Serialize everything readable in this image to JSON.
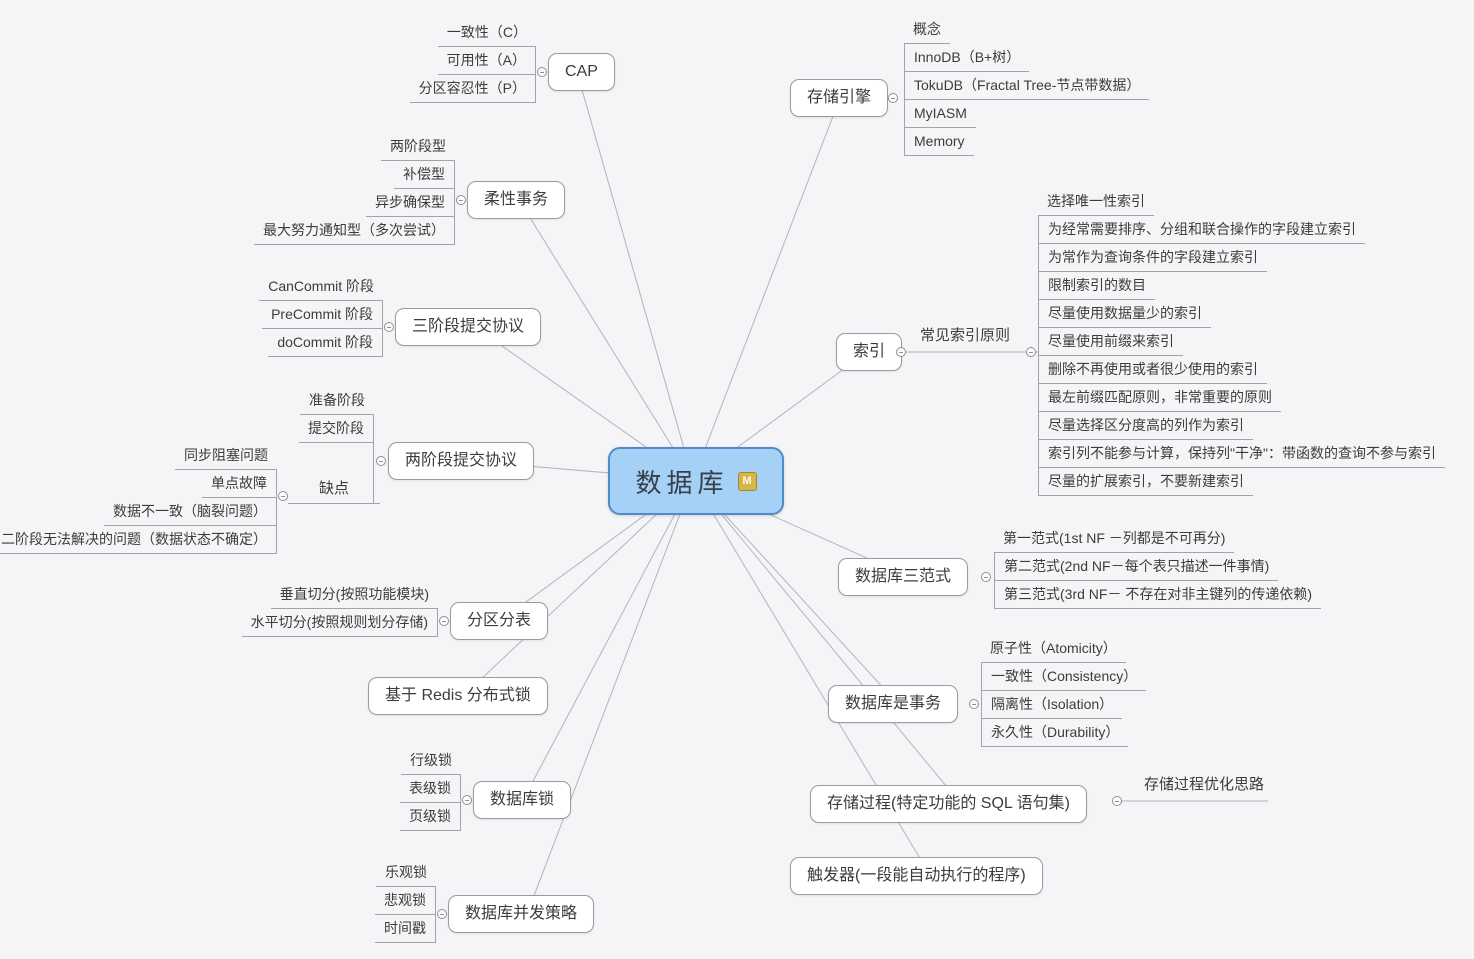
{
  "central": {
    "label": "数据库",
    "badge": "M",
    "fill": "#a6d1f7",
    "border": "#4e8bc8"
  },
  "colors": {
    "background": "#f5f5f7",
    "node_border": "#9a9aa2",
    "line": "#b4b4ba",
    "text": "#3c3c3c",
    "badge_gold": "#d6b54a"
  },
  "branches": {
    "cap": {
      "label": "CAP",
      "children": [
        "一致性（C）",
        "可用性（A）",
        "分区容忍性（P）"
      ]
    },
    "flexible": {
      "label": "柔性事务",
      "children": [
        "两阶段型",
        "补偿型",
        "异步确保型",
        "最大努力通知型（多次尝试）"
      ]
    },
    "three_phase": {
      "label": "三阶段提交协议",
      "children": [
        "CanCommit 阶段",
        "PreCommit 阶段",
        "doCommit 阶段"
      ]
    },
    "two_phase": {
      "label": "两阶段提交协议",
      "children": [
        "准备阶段",
        "提交阶段"
      ],
      "drawback": {
        "label": "缺点",
        "children": [
          "同步阻塞问题",
          "单点故障",
          "数据不一致（脑裂问题）",
          "二阶段无法解决的问题（数据状态不确定）"
        ]
      }
    },
    "sharding": {
      "label": "分区分表",
      "children": [
        "垂直切分(按照功能模块)",
        "水平切分(按照规则划分存储)"
      ]
    },
    "redis_lock": {
      "label": "基于 Redis 分布式锁"
    },
    "db_lock": {
      "label": "数据库锁",
      "children": [
        "行级锁",
        "表级锁",
        "页级锁"
      ]
    },
    "concurrency": {
      "label": "数据库并发策略",
      "children": [
        "乐观锁",
        "悲观锁",
        "时间戳"
      ]
    },
    "engine": {
      "label": "存储引擎",
      "children": [
        "概念",
        "InnoDB（B+树）",
        "TokuDB（Fractal Tree-节点带数据）",
        "MyIASM",
        "Memory"
      ]
    },
    "index": {
      "label": "索引",
      "principles_label": "常见索引原则",
      "children": [
        "选择唯一性索引",
        "为经常需要排序、分组和联合操作的字段建立索引",
        "为常作为查询条件的字段建立索引",
        "限制索引的数目",
        "尽量使用数据量少的索引",
        "尽量使用前缀来索引",
        "删除不再使用或者很少使用的索引",
        "最左前缀匹配原则，非常重要的原则",
        "尽量选择区分度高的列作为索引",
        "索引列不能参与计算，保持列\"干净\"：带函数的查询不参与索引",
        "尽量的扩展索引，不要新建索引"
      ]
    },
    "normal_forms": {
      "label": "数据库三范式",
      "children": [
        "第一范式(1st NF －列都是不可再分)",
        "第二范式(2nd NF－每个表只描述一件事情)",
        "第三范式(3rd NF－ 不存在对非主键列的传递依赖)"
      ]
    },
    "transaction": {
      "label": "数据库是事务",
      "children": [
        "原子性（Atomicity）",
        "一致性（Consistency）",
        "隔离性（Isolation）",
        "永久性（Durability）"
      ]
    },
    "stored_proc": {
      "label": "存储过程(特定功能的 SQL 语句集)",
      "children": [
        "存储过程优化思路"
      ]
    },
    "trigger": {
      "label": "触发器(一段能自动执行的程序)"
    }
  }
}
